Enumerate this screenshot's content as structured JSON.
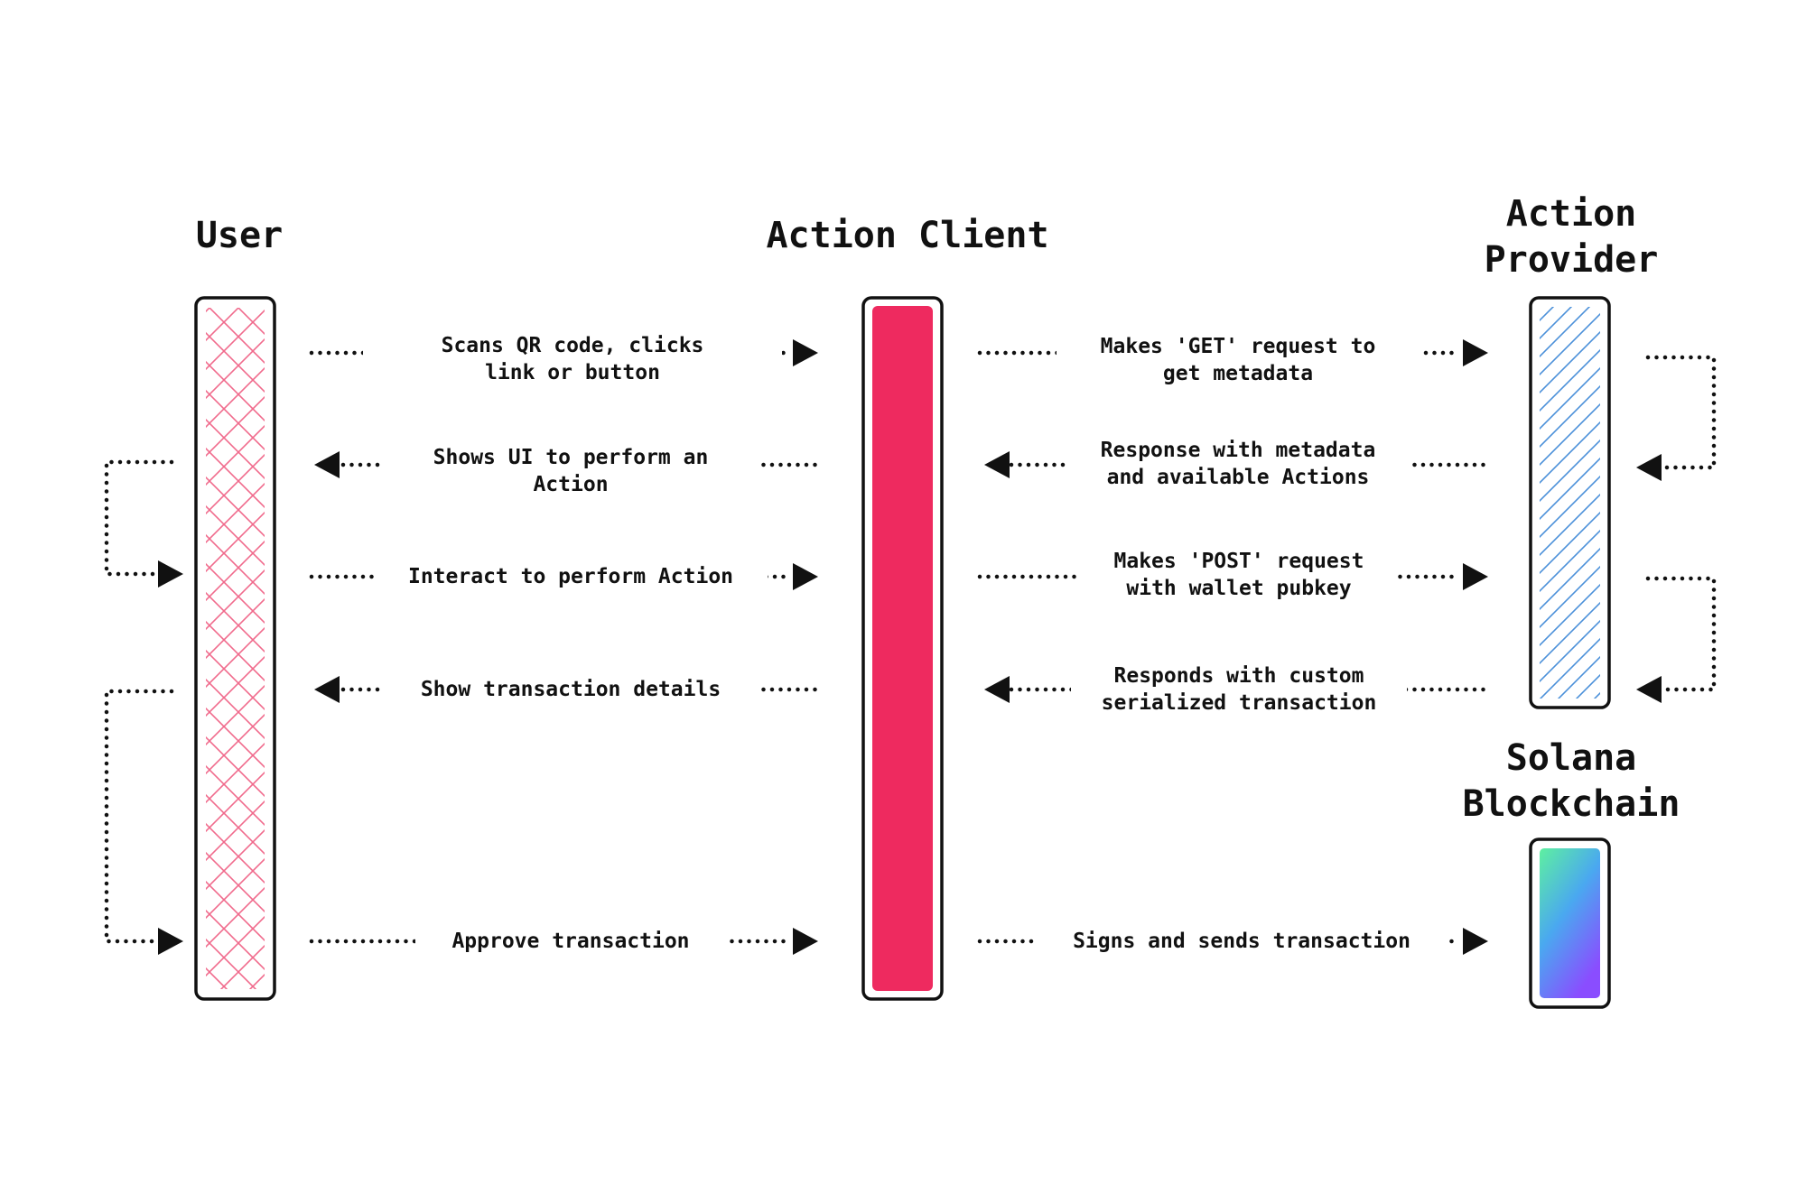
{
  "participants": {
    "user": {
      "title": "User"
    },
    "client": {
      "title": "Action Client"
    },
    "provider": {
      "title_line1": "Action",
      "title_line2": "Provider"
    },
    "blockchain": {
      "title_line1": "Solana",
      "title_line2": "Blockchain"
    }
  },
  "messages": {
    "m1": {
      "line1": "Scans QR code, clicks",
      "line2": "link or button",
      "direction": "right"
    },
    "m2": {
      "line1": "Shows UI to perform an",
      "line2": "Action",
      "direction": "left"
    },
    "m3": {
      "line1": "Interact to perform Action",
      "direction": "right"
    },
    "m4": {
      "line1": "Show transaction details",
      "direction": "left"
    },
    "m5": {
      "line1": "Approve transaction",
      "direction": "right"
    },
    "m6": {
      "line1": "Makes 'GET' request to",
      "line2": "get metadata",
      "direction": "right"
    },
    "m7": {
      "line1": "Response with metadata",
      "line2": "and available Actions",
      "direction": "left"
    },
    "m8": {
      "line1": "Makes 'POST' request",
      "line2": "with wallet pubkey",
      "direction": "right"
    },
    "m9": {
      "line1": "Responds with custom",
      "line2": "serialized transaction",
      "direction": "left"
    },
    "m10": {
      "line1": "Signs and sends transaction",
      "direction": "right"
    }
  },
  "colors": {
    "client_fill": "#ee2a5f",
    "user_pattern": "#f06a8c",
    "provider_pattern": "#4a90d9",
    "chain_gradient_top": "#5ef0a0",
    "chain_gradient_bottom": "#8a4dff",
    "stroke": "#111111"
  }
}
